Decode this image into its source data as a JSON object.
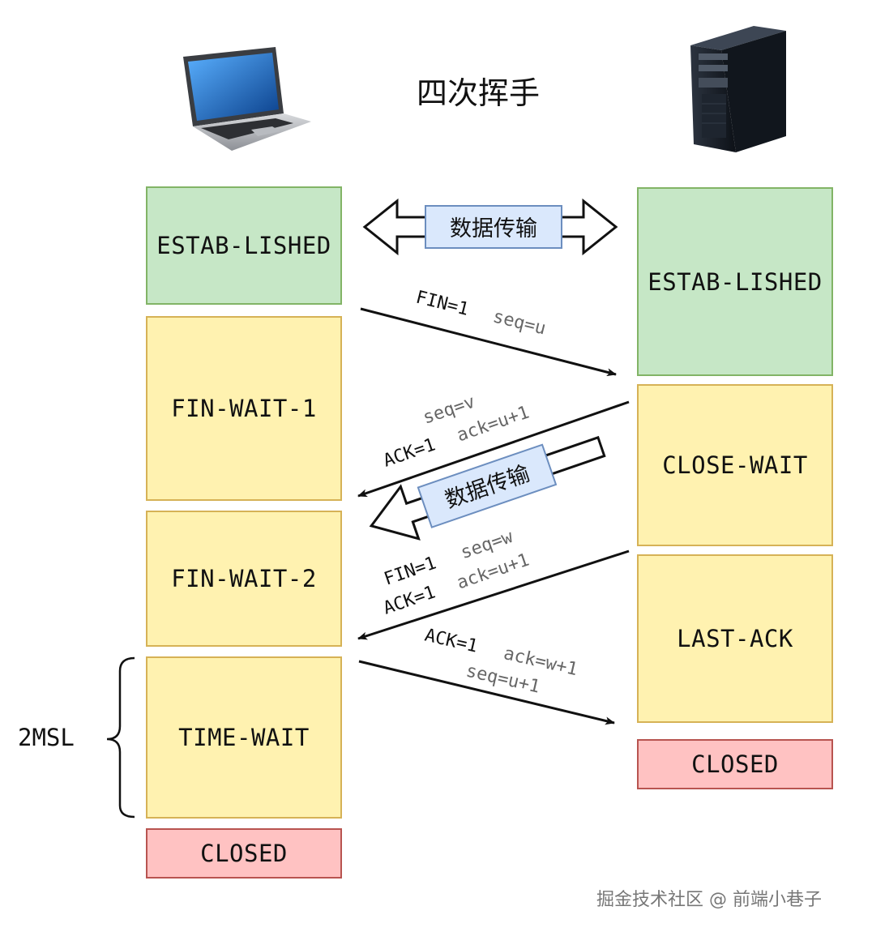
{
  "title": "四次挥手",
  "watermark": "掘金技术社区 @ 前端小巷子",
  "client": {
    "states": [
      "ESTAB-LISHED",
      "FIN-WAIT-1",
      "FIN-WAIT-2",
      "TIME-WAIT",
      "CLOSED"
    ],
    "msl_label": "2MSL"
  },
  "server": {
    "states": [
      "ESTAB-LISHED",
      "CLOSE-WAIT",
      "LAST-ACK",
      "CLOSED"
    ]
  },
  "data_transfer_label": "数据传输",
  "messages": {
    "m1": {
      "flag": "FIN=1",
      "seq": "seq=u"
    },
    "m2": {
      "seq": "seq=v",
      "flag": "ACK=1",
      "ack": "ack=u+1"
    },
    "m3": {
      "flag1": "FIN=1",
      "seq": "seq=w",
      "flag2": "ACK=1",
      "ack": "ack=u+1"
    },
    "m4": {
      "flag": "ACK=1",
      "ack": "ack=w+1",
      "seq": "seq=u+1"
    }
  },
  "icons": [
    "laptop-icon",
    "server-tower-icon"
  ],
  "colors": {
    "established_fill": "#c6e7c6",
    "wait_fill": "#fff2b0",
    "closed_fill": "#ffc2c2",
    "label_fill": "#dae8fc"
  }
}
